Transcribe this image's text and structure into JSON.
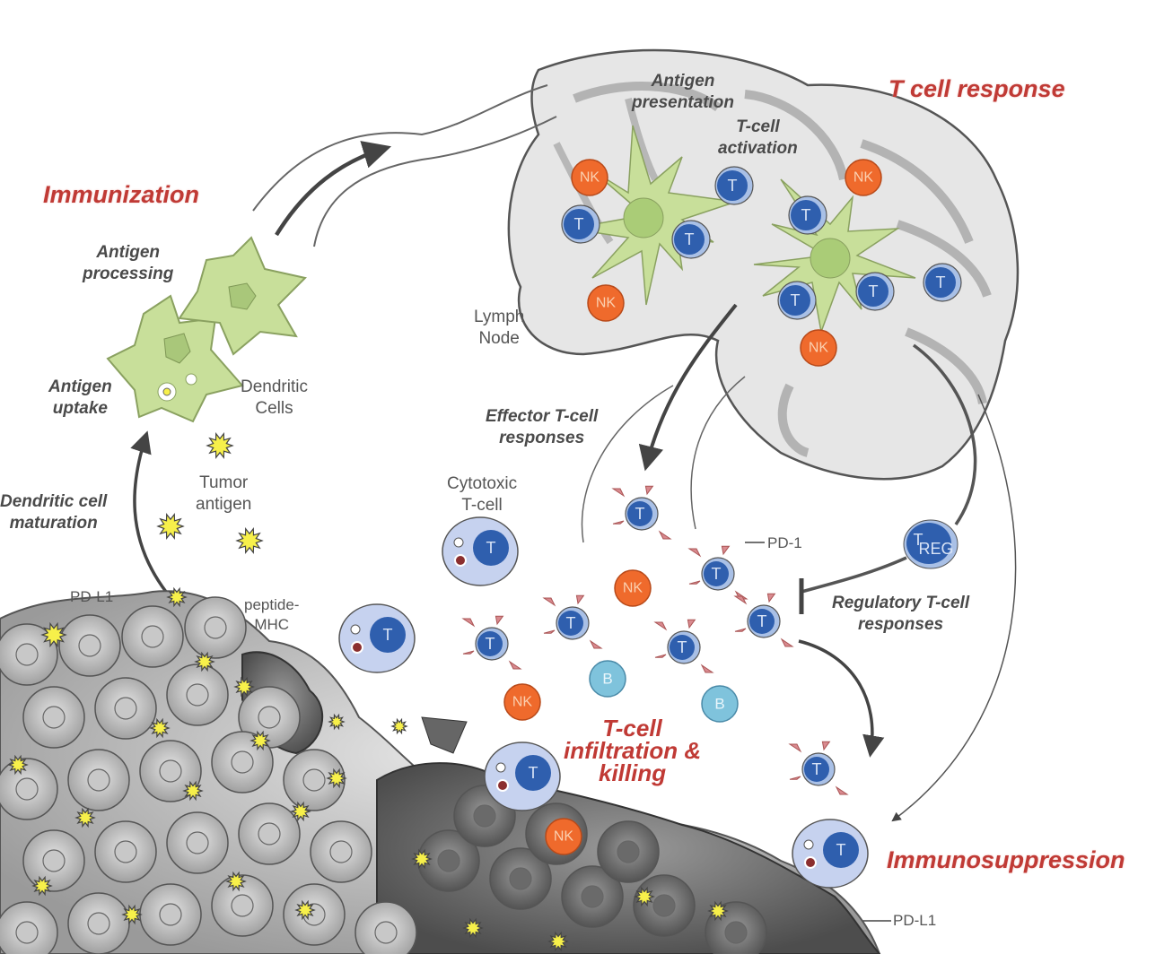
{
  "figure": {
    "stages": {
      "immunization": "Immunization",
      "t_cell_response": "T cell response",
      "infiltration": [
        "T-cell",
        "infiltration &",
        "killing"
      ],
      "immunosuppression": "Immunosuppression"
    },
    "processes": {
      "antigen_processing": [
        "Antigen",
        "processing"
      ],
      "antigen_uptake": [
        "Antigen",
        "uptake"
      ],
      "dc_maturation": [
        "Dendritic cell",
        "maturation"
      ],
      "antigen_presentation": [
        "Antigen",
        "presentation"
      ],
      "t_cell_activation": [
        "T-cell",
        "activation"
      ],
      "effector_responses": [
        "Effector T-cell",
        "responses"
      ],
      "regulatory_responses": [
        "Regulatory T-cell",
        "responses"
      ]
    },
    "labels": {
      "dendritic_cells": [
        "Dendritic",
        "Cells"
      ],
      "tumor_antigen": [
        "Tumor",
        "antigen"
      ],
      "lymph_node": [
        "Lymph",
        "Node"
      ],
      "cytotoxic_t_cell": [
        "Cytotoxic",
        "T-cell"
      ],
      "pd1": "PD-1",
      "pdl1_left": "PD-L1",
      "pdl1_right": "PD-L1",
      "peptide_mhc": [
        "peptide-",
        "MHC"
      ]
    },
    "cell_letters": {
      "t": "T",
      "nk": "NK",
      "b": "B",
      "treg": "T",
      "treg_sub": "REG"
    },
    "colors": {
      "stage_red": "#c03a35",
      "t_cell_blue": "#2f5fae",
      "t_cell_ring": "#a9c0e6",
      "nk_orange": "#ef6a2c",
      "b_cell_teal": "#7fc3dc",
      "dendritic_green": "#c8df9a",
      "lymph_gray": "#e6e6e6",
      "tumor_gray": "#8a8a8a",
      "antigen_yellow": "#f7f04a"
    }
  }
}
